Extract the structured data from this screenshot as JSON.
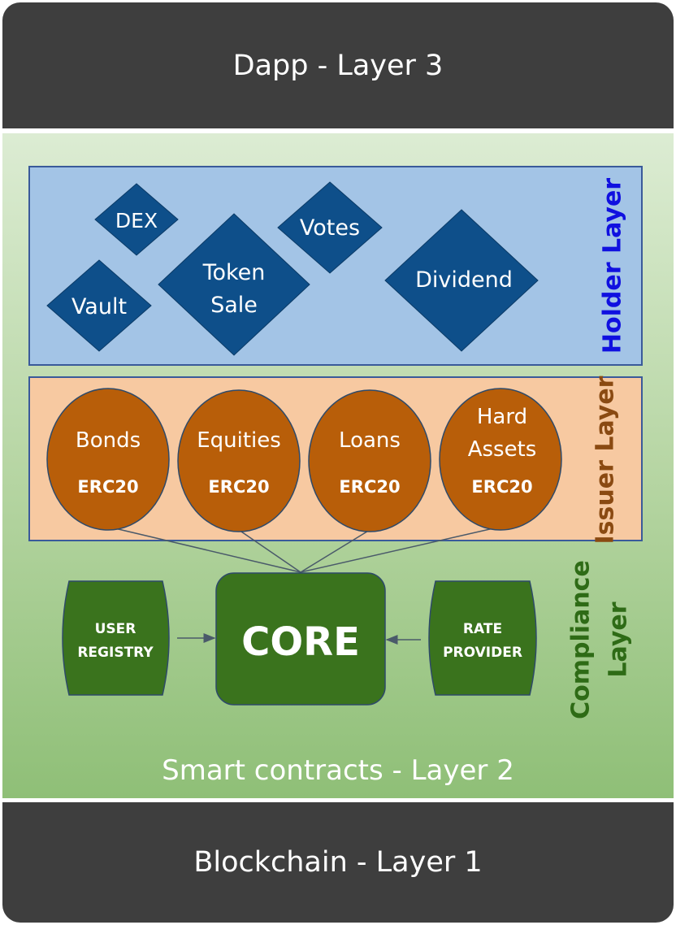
{
  "layer3": {
    "title": "Dapp - Layer 3"
  },
  "layer2": {
    "title": "Smart contracts - Layer 2"
  },
  "layer1": {
    "title": "Blockchain - Layer 1"
  },
  "holder_layer": {
    "label": "Holder Layer",
    "color": "#1010e0",
    "items": {
      "dex": "DEX",
      "votes": "Votes",
      "token_sale_line1": "Token",
      "token_sale_line2": "Sale",
      "vault": "Vault",
      "dividend": "Dividend"
    }
  },
  "issuer_layer": {
    "label": "Issuer Layer",
    "color": "#8a4a12",
    "items": [
      {
        "line1": "Bonds",
        "line2": "",
        "standard": "ERC20"
      },
      {
        "line1": "Equities",
        "line2": "",
        "standard": "ERC20"
      },
      {
        "line1": "Loans",
        "line2": "",
        "standard": "ERC20"
      },
      {
        "line1": "Hard",
        "line2": "Assets",
        "standard": "ERC20"
      }
    ]
  },
  "compliance_layer": {
    "label_line1": "Compliance",
    "label_line2": "Layer",
    "color": "#2e6b16",
    "core": "CORE",
    "user_registry_line1": "USER",
    "user_registry_line2": "REGISTRY",
    "rate_provider_line1": "RATE",
    "rate_provider_line2": "PROVIDER"
  },
  "colors": {
    "dark_band": "#3e3e3e",
    "diamond": "#0e4f8a",
    "holder_bg": "#a3c4e6",
    "issuer_bg": "#f7c9a1",
    "ellipse": "#b85e09",
    "green_box": "#3a731d"
  }
}
